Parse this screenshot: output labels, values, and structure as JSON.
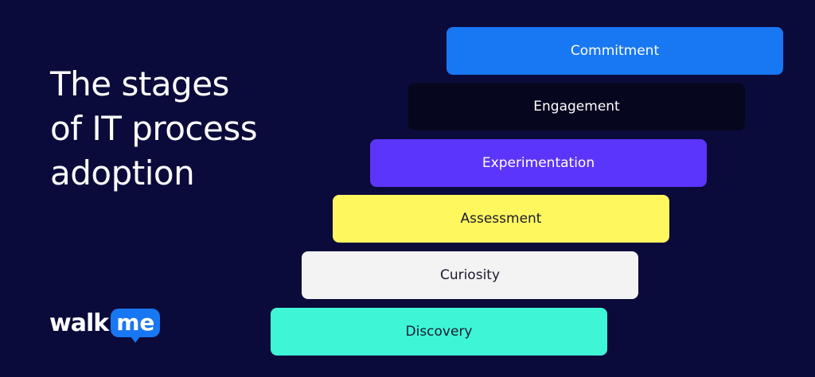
{
  "title": {
    "lines": [
      "The stages",
      "of IT process",
      "adoption"
    ]
  },
  "stages": [
    {
      "label": "Commitment",
      "color": "#1877f2",
      "text_color": "#ffffff"
    },
    {
      "label": "Engagement",
      "color": "#06061f",
      "text_color": "#ffffff"
    },
    {
      "label": "Experimentation",
      "color": "#5b35fb",
      "text_color": "#ffffff"
    },
    {
      "label": "Assessment",
      "color": "#fff75e",
      "text_color": "#1a1a2e"
    },
    {
      "label": "Curiosity",
      "color": "#f3f3f3",
      "text_color": "#1a1a2e"
    },
    {
      "label": "Discovery",
      "color": "#3ef5d6",
      "text_color": "#1a1a2e"
    }
  ],
  "logo": {
    "part1": "walk",
    "part2": "me"
  }
}
